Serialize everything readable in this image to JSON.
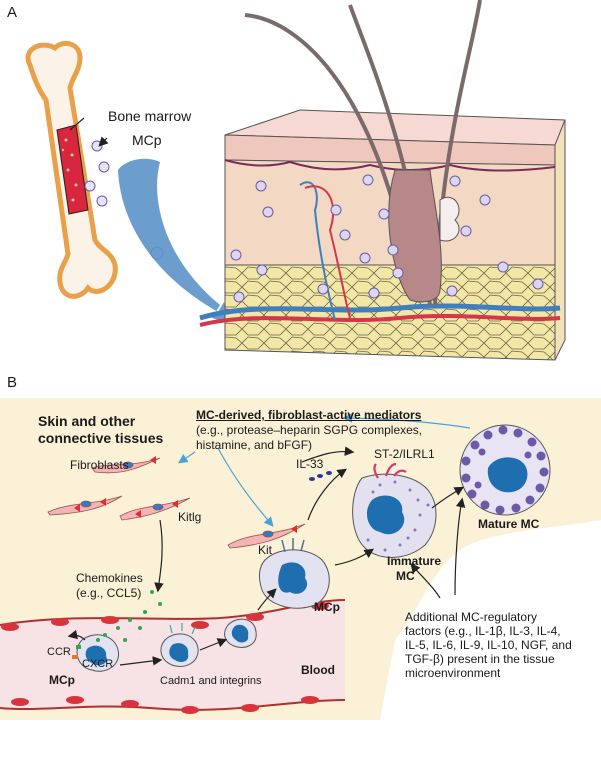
{
  "panel_a": {
    "letter": "A",
    "bone_marrow": "Bone marrow",
    "mcp": "MCp"
  },
  "panel_b": {
    "letter": "B",
    "tissue_title_line1": "Skin and other",
    "tissue_title_line2": "connective tissues",
    "mediators_title": "MC-derived, fibroblast-active mediators",
    "mediators_line1": "(e.g., protease–heparin SGPG complexes,",
    "mediators_line2": "histamine, and bFGF)",
    "fibroblasts": "Fibroblasts",
    "kitlg": "Kitlg",
    "il33": "IL-33",
    "st2": "ST-2/ILRL1",
    "kit": "Kit",
    "chemokines_line1": "Chemokines",
    "chemokines_line2": "(e.g., CCL5)",
    "immature_mc_line1": "Immature",
    "immature_mc_line2": "MC",
    "mature_mc": "Mature MC",
    "mcp_tissue": "MCp",
    "mcp_vessel": "MCp",
    "ccr": "CCR",
    "cxcr": "CXCR",
    "cadm1": "Cadm1 and integrins",
    "blood": "Blood",
    "factors_line1": "Additional MC-regulatory",
    "factors_line2": "factors (e.g., IL-1β, IL-3, IL-4,",
    "factors_line3": "IL-5, IL-6, IL-9, IL-10, NGF, and",
    "factors_line4": "TGF-β) present in the tissue",
    "factors_line5": "microenvironment"
  },
  "colors": {
    "bone_outline": "#e8a04a",
    "marrow": "#d8263c",
    "arrow_blue": "#5b93c8",
    "skin_top": "#f6d9d3",
    "dermis": "#f3d8c4",
    "fat": "#f3e7a8",
    "background_b": "#fbf1d7",
    "vessel": "#f7e3e5",
    "mc_purple": "#6b5aa8",
    "nucleus_blue": "#1f6fb0",
    "fibroblast": "#f2b4b4",
    "red_triangle": "#e32d2d",
    "chemokine_green": "#2fa84f"
  }
}
